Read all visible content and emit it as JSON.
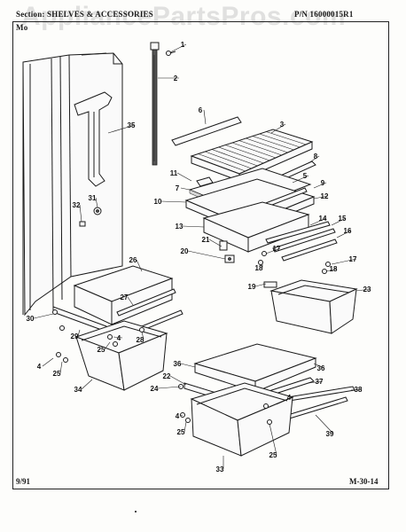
{
  "header": {
    "section": "Section:   SHELVES & ACCESSORIES",
    "model": "Mo",
    "part_number": "P/N 16000015R1"
  },
  "watermark": "AppliancePartsPros.com",
  "footer": {
    "date": "9/91",
    "code": "M-30-14"
  },
  "callouts": [
    "1",
    "2",
    "3",
    "4",
    "4",
    "4",
    "4",
    "5",
    "6",
    "7",
    "8",
    "9",
    "10",
    "11",
    "12",
    "13",
    "14",
    "15",
    "16",
    "17",
    "17",
    "18",
    "18",
    "19",
    "20",
    "21",
    "22",
    "23",
    "24",
    "25",
    "25",
    "25",
    "25",
    "26",
    "27",
    "28",
    "29",
    "30",
    "31",
    "32",
    "33",
    "34",
    "35",
    "36",
    "36",
    "37",
    "38",
    "39"
  ]
}
